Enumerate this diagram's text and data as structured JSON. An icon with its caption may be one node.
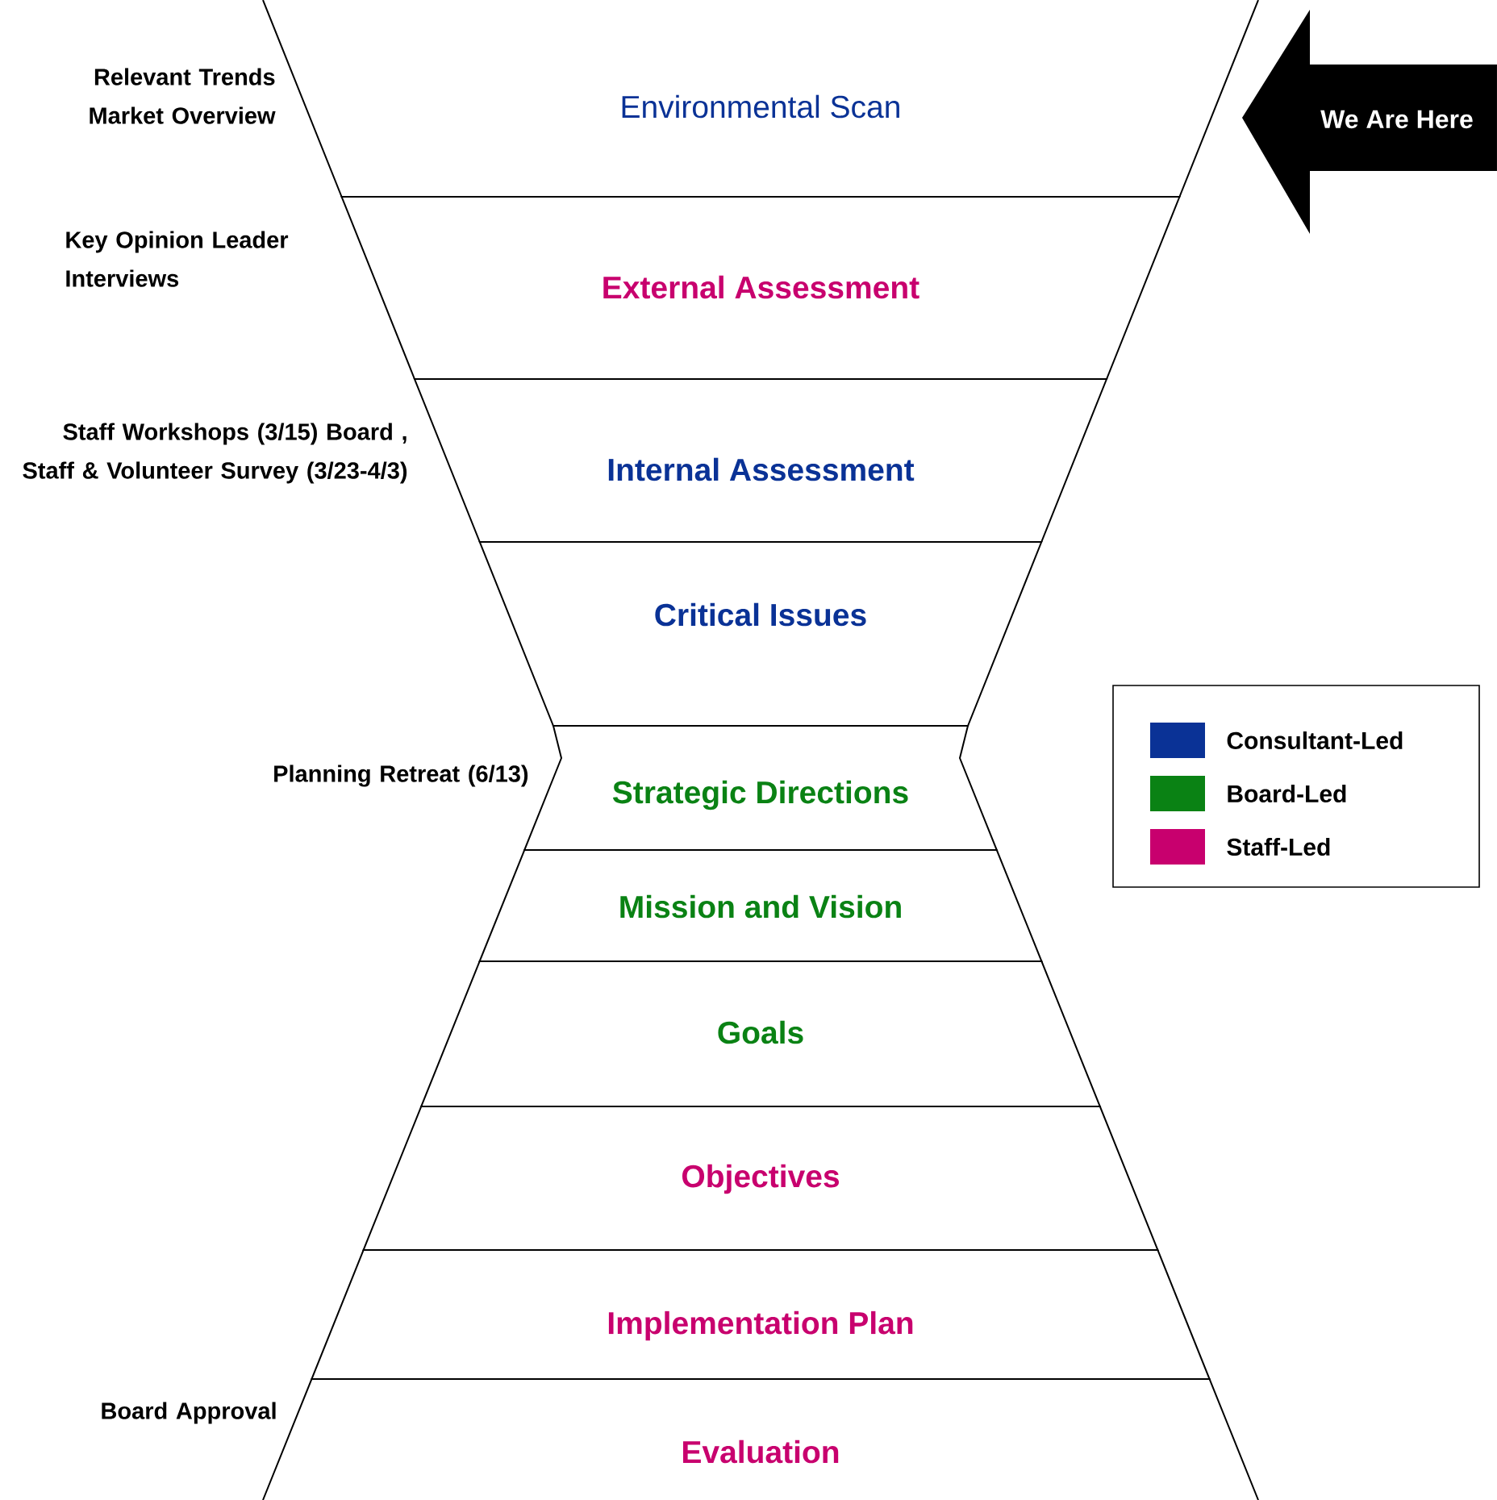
{
  "diagram": {
    "nodes": [
      {
        "text": [
          "Environmental Scan"
        ]
      },
      {
        "text": [
          "External Assessment"
        ]
      },
      {
        "text": [
          "Internal Assessment"
        ]
      },
      {
        "text": [
          "Critical Issues"
        ]
      },
      {
        "text": [
          "Strategic Directions"
        ]
      },
      {
        "text": [
          "Mission and Vision"
        ]
      },
      {
        "text": [
          "Goals"
        ]
      },
      {
        "text": [
          "Objectives"
        ]
      },
      {
        "text": [
          "Implementation Plan"
        ]
      },
      {
        "text": [
          "Evaluation"
        ]
      },
      {
        "text": [
          "We Are Here"
        ]
      }
    ],
    "edges": [],
    "labels": [
      "Relevant Trends Market Overview",
      "Key Opinion Leader Interviews",
      "Staff Workshops (3/15) Board , Staff & Volunteer Survey (3/23-4/3)",
      "Planning Retreat (6/13)",
      "Board Approval"
    ],
    "legend": [
      {
        "text": "Consultant-Led",
        "color": "#0a3296"
      },
      {
        "text": "Board-Led",
        "color": "#0a8214"
      },
      {
        "text": "Staff-Led",
        "color": "#c8006e"
      }
    ]
  }
}
